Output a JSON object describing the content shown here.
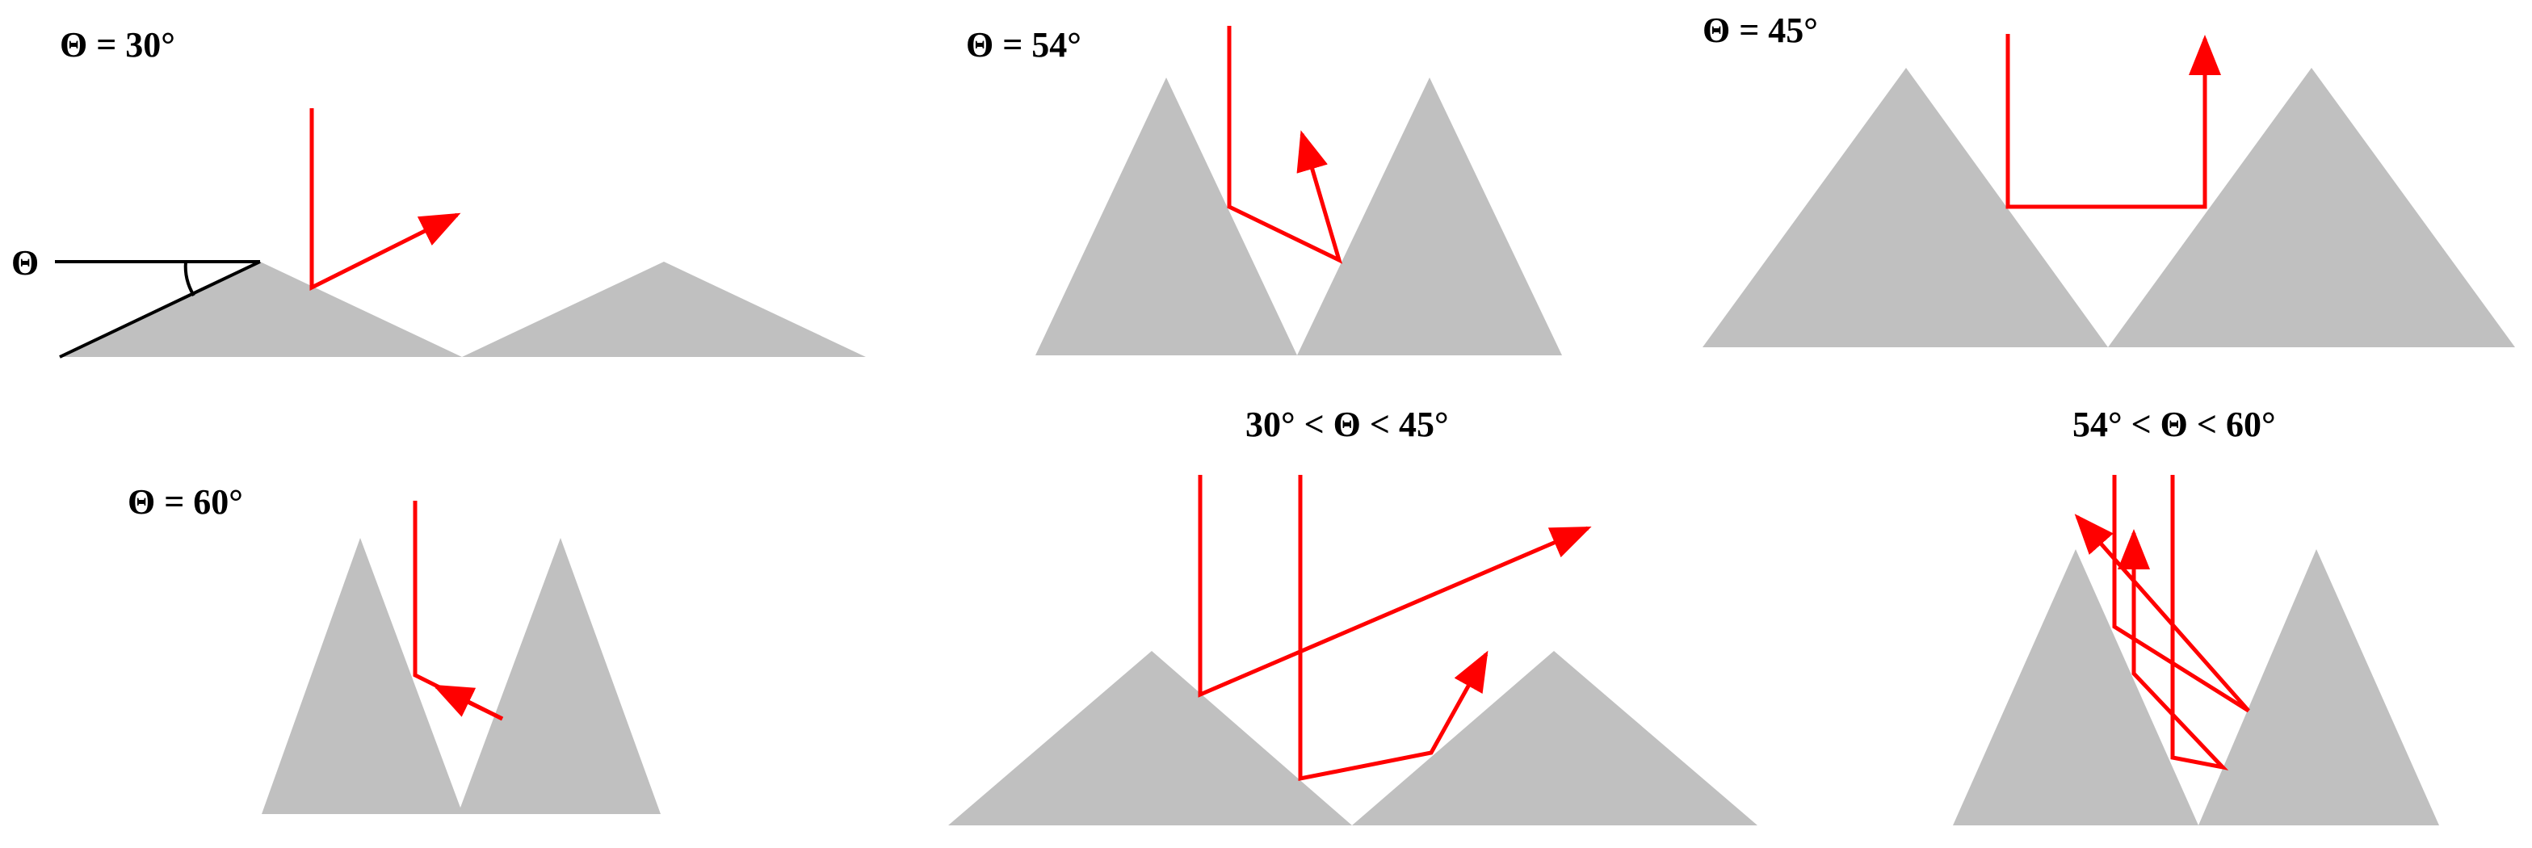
{
  "colors": {
    "surface": "#c0c0c0",
    "ray": "#ff0000",
    "angle_marker": "#000000",
    "label": "#000000"
  },
  "panels": [
    {
      "id": "theta-30",
      "label": "Θ = 30°"
    },
    {
      "id": "theta-54",
      "label": "Θ = 54°"
    },
    {
      "id": "theta-45",
      "label": "Θ = 45°"
    },
    {
      "id": "theta-60",
      "label": "Θ = 60°"
    },
    {
      "id": "theta-30-45",
      "label": "30° < Θ < 45°"
    },
    {
      "id": "theta-54-60",
      "label": "54° < Θ < 60°"
    }
  ],
  "angle_marker_label": "Θ"
}
